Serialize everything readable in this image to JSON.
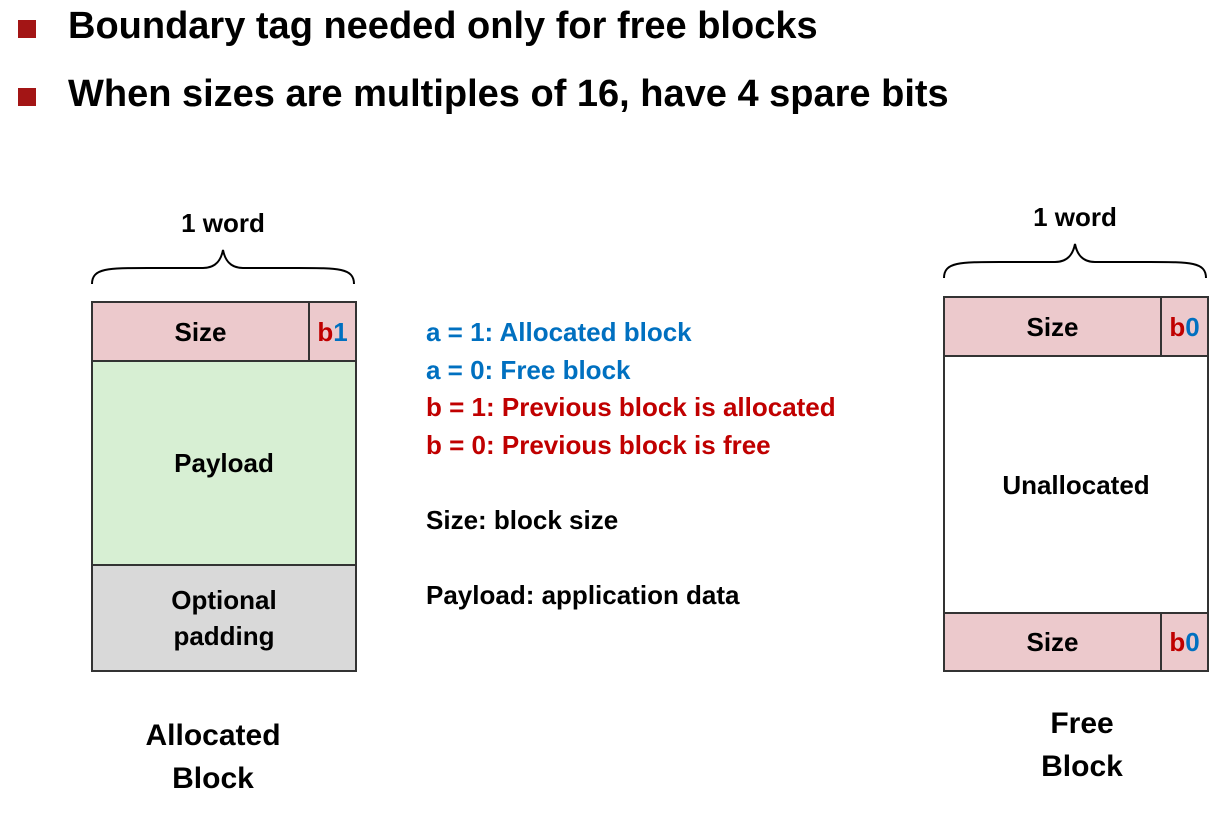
{
  "bullets": [
    "Boundary tag needed only for free blocks",
    "When sizes are multiples of 16, have 4 spare bits"
  ],
  "colors": {
    "bullet": "#a31515",
    "header_fill": "#ecc9cc",
    "payload_fill": "#d7efd3",
    "padding_fill": "#d9d9d9",
    "blue_text": "#0070c0",
    "red_text": "#c00000"
  },
  "allocated_block": {
    "word_label": "1 word",
    "header": {
      "size": "Size",
      "b_bit": "b",
      "a_bit": "1"
    },
    "payload": "Payload",
    "padding_line1": "Optional",
    "padding_line2": "padding",
    "caption_line1": "Allocated",
    "caption_line2": "Block"
  },
  "free_block": {
    "word_label": "1 word",
    "header": {
      "size": "Size",
      "b_bit": "b",
      "a_bit": "0"
    },
    "body": "Unallocated",
    "footer": {
      "size": "Size",
      "b_bit": "b",
      "a_bit": "0"
    },
    "caption_line1": "Free",
    "caption_line2": "Block"
  },
  "legend": {
    "a1": "a = 1: Allocated block",
    "a0": "a = 0: Free block",
    "b1": "b = 1: Previous block is allocated",
    "b0": "b = 0: Previous block is free",
    "size": "Size: block size",
    "payload": "Payload: application data"
  }
}
